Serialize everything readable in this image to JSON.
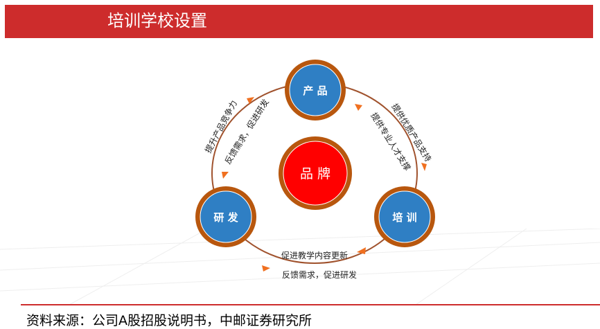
{
  "header": {
    "title": "培训学校设置"
  },
  "diagram": {
    "center": "品 牌",
    "nodes": {
      "product": "产 品",
      "rnd": "研 发",
      "training": "培 训"
    },
    "labels": {
      "left_outer": "提升产品竞争力",
      "left_inner": "反馈需求，促进研发",
      "right_outer": "提供优质产品支持",
      "right_inner": "提供专业人才支撑",
      "bottom_inner": "促进教学内容更新",
      "bottom_outer": "反馈需求，促进研发"
    },
    "colors": {
      "node": "#2f7fc4",
      "ring": "#b8570e",
      "center": "#ff0000",
      "arrow": "#f07020",
      "banner": "#cd2c2c"
    }
  },
  "footer": {
    "source": "资料来源：公司A股招股说明书，中邮证券研究所"
  }
}
